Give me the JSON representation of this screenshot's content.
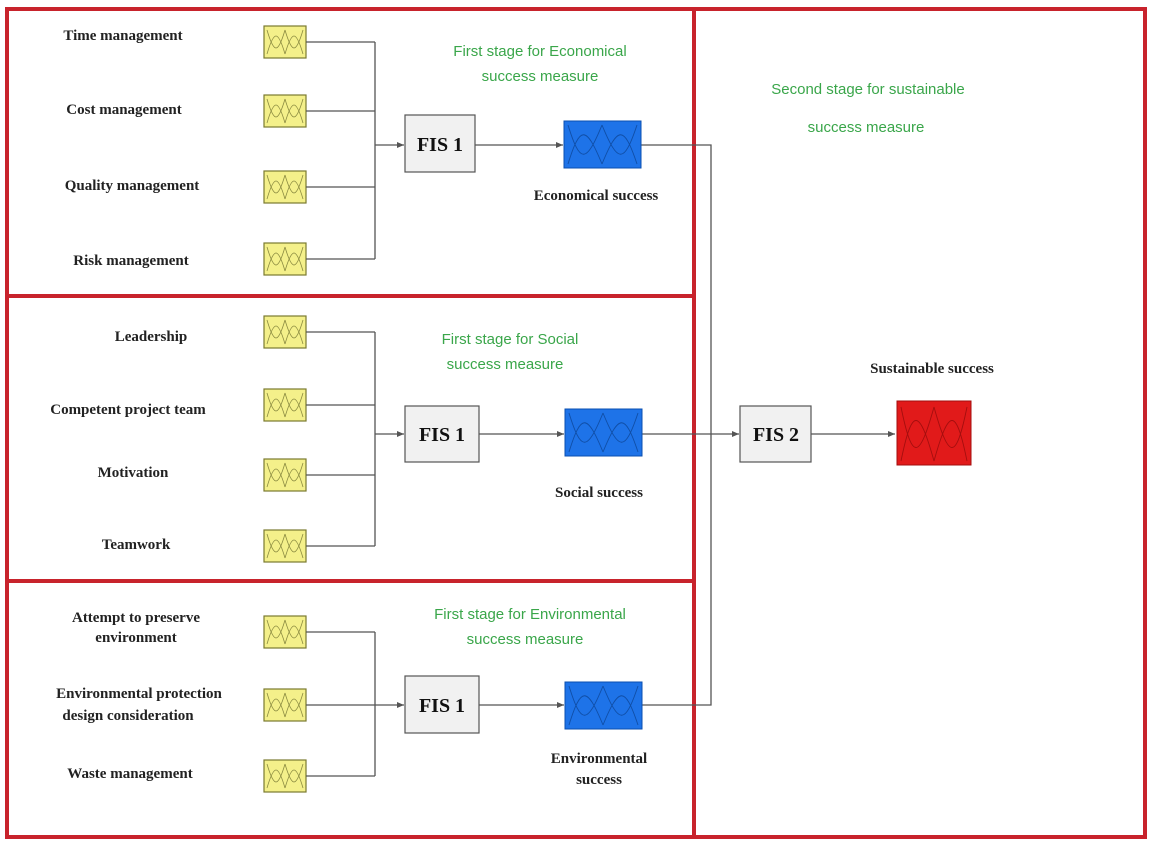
{
  "stages": {
    "economic": {
      "line1": "First stage for Economical",
      "line2": "success measure"
    },
    "social": {
      "line1": "First stage for Social",
      "line2": "success measure"
    },
    "environmental": {
      "line1": "First stage for Environmental",
      "line2": "success measure"
    },
    "second": {
      "line1": "Second stage for sustainable",
      "line2": "success measure"
    }
  },
  "economic_inputs": [
    "Time management",
    "Cost management",
    "Quality management",
    "Risk management"
  ],
  "social_inputs": [
    "Leadership",
    "Competent project team",
    "Motivation",
    "Teamwork"
  ],
  "environmental_inputs": {
    "preserve": [
      "Attempt to preserve",
      "environment"
    ],
    "protection": [
      "Environmental protection",
      "design consideration"
    ],
    "waste": "Waste management"
  },
  "fis": {
    "first": "FIS 1",
    "second": "FIS 2"
  },
  "outputs": {
    "economic": "Economical success",
    "social": "Social success",
    "environmental": [
      "Environmental",
      "success"
    ],
    "sustainable": "Sustainable success"
  },
  "colors": {
    "frame": "#c8232c",
    "stage_text": "#3aa64a",
    "input_mf": "#f4f08a",
    "output_mf": "#1e73e8",
    "final_mf": "#e11a1a"
  },
  "icons": {
    "input": "membership-function-icon",
    "output": "output-membership-function-icon"
  }
}
